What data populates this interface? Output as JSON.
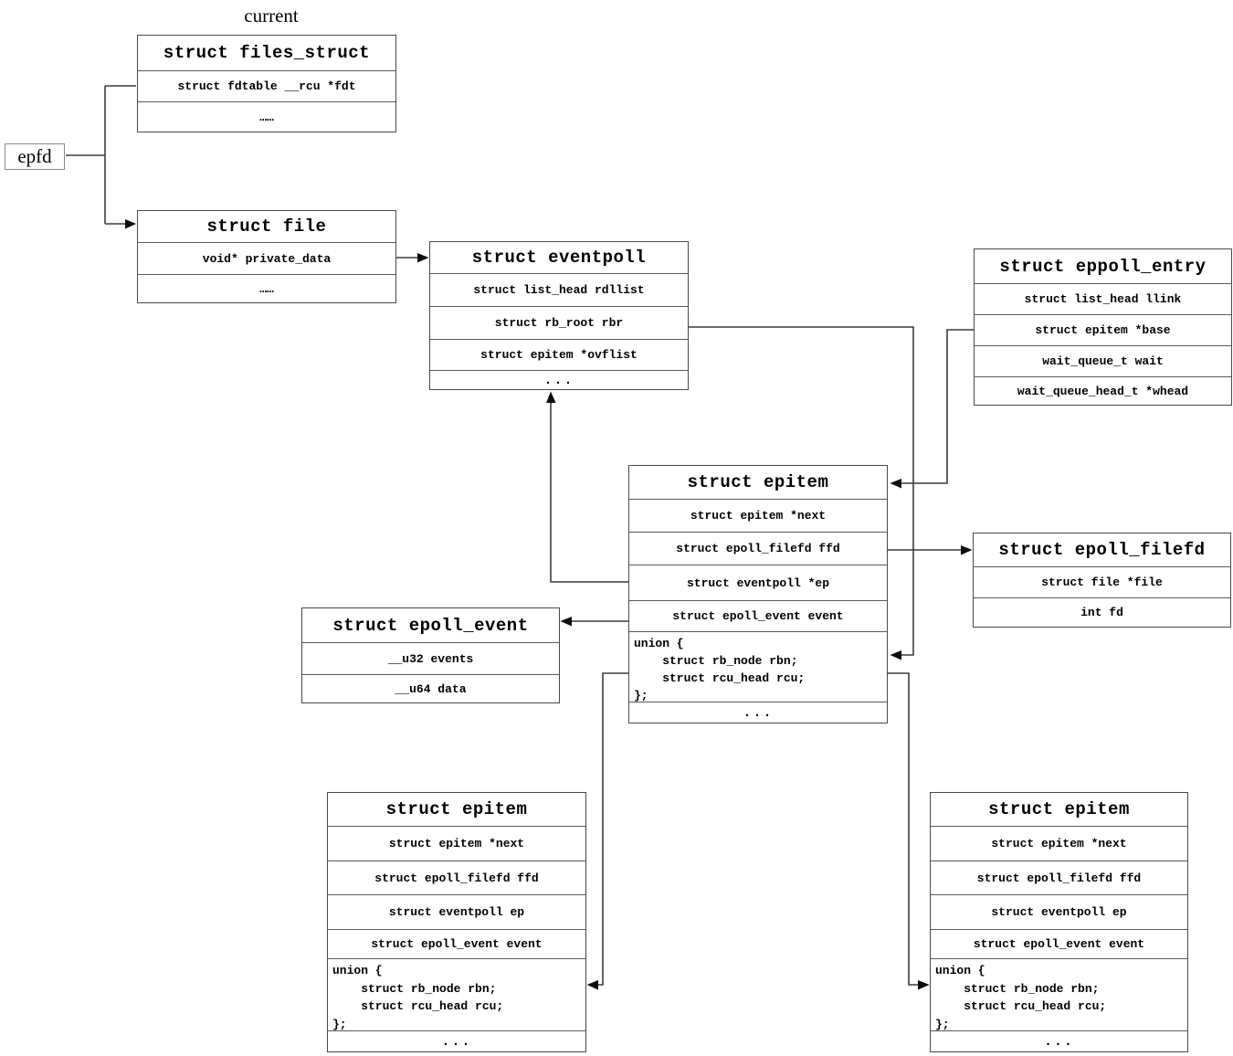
{
  "diagram": {
    "current_label": "current",
    "epfd_label": "epfd",
    "colors": {
      "box_border": "#4a4a4a",
      "wire": "#3c3c3c",
      "arrowhead": "#0d0d0d",
      "background": "#ffffff"
    },
    "boxes": {
      "files_struct": {
        "title": "struct files_struct",
        "rows": [
          "struct fdtable __rcu *fdt",
          "……"
        ]
      },
      "file": {
        "title": "struct file",
        "rows": [
          "void* private_data",
          "……"
        ]
      },
      "eventpoll": {
        "title": "struct eventpoll",
        "rows": [
          "struct list_head rdllist",
          "struct rb_root rbr",
          "struct epitem *ovflist",
          "..."
        ]
      },
      "eppoll_entry": {
        "title": "struct eppoll_entry",
        "rows": [
          "struct list_head llink",
          "struct epitem *base",
          "wait_queue_t wait",
          "wait_queue_head_t *whead"
        ]
      },
      "epitem_center": {
        "title": "struct epitem",
        "rows": [
          "struct epitem *next",
          "struct epoll_filefd ffd",
          "struct eventpoll *ep",
          "struct epoll_event event"
        ],
        "union_lines": [
          "union {",
          "    struct rb_node rbn;",
          "    struct rcu_head rcu;",
          "};"
        ],
        "ellipsis": "..."
      },
      "epoll_filefd": {
        "title": "struct epoll_filefd",
        "rows": [
          "struct file *file",
          "int fd"
        ]
      },
      "epoll_event": {
        "title": "struct epoll_event",
        "rows": [
          "__u32 events",
          "__u64 data"
        ]
      },
      "epitem_left": {
        "title": "struct epitem",
        "rows": [
          "struct epitem *next",
          "struct epoll_filefd ffd",
          "struct eventpoll ep",
          "struct epoll_event event"
        ],
        "union_lines": [
          "union {",
          "    struct rb_node rbn;",
          "    struct rcu_head rcu;",
          "};"
        ],
        "ellipsis": "..."
      },
      "epitem_right": {
        "title": "struct epitem",
        "rows": [
          "struct epitem *next",
          "struct epoll_filefd ffd",
          "struct eventpoll ep",
          "struct epoll_event event"
        ],
        "union_lines": [
          "union {",
          "    struct rb_node rbn;",
          "    struct rcu_head rcu;",
          "};"
        ],
        "ellipsis": "..."
      }
    }
  }
}
